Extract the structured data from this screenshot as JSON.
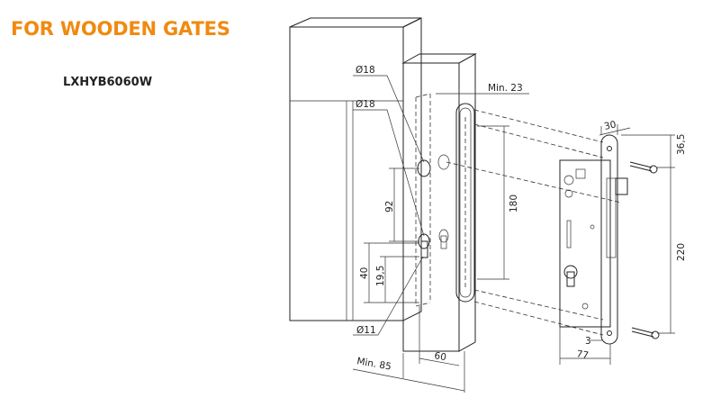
{
  "heading": "FOR WOODEN GATES",
  "product_code": "LXHYB6060W",
  "dimensions": {
    "d18_top": "Ø18",
    "d18_second": "Ø18",
    "min23": "Min. 23",
    "d92": "92",
    "d180": "180",
    "d40": "40",
    "d19_5": "19,5",
    "d11": "Ø11",
    "min85": "Min. 85",
    "d60": "60",
    "d30": "30",
    "d36_5": "36,5",
    "d220": "220",
    "d3": "3",
    "d77": "77"
  },
  "colors": {
    "heading": "#f08a10",
    "line": "#222222"
  }
}
